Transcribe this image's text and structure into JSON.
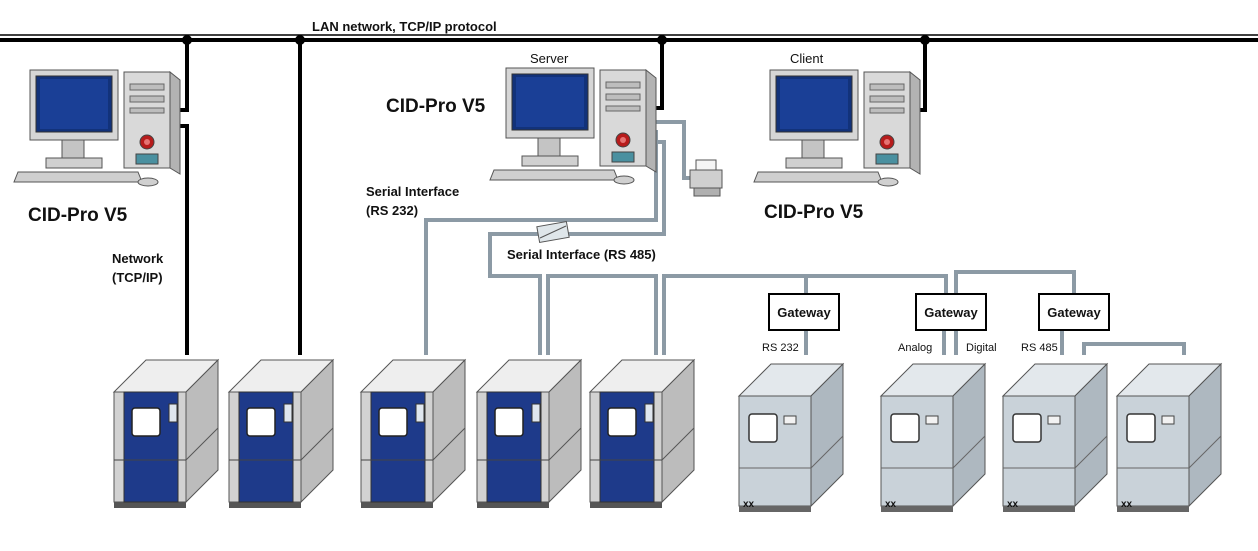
{
  "network": {
    "lan_label": "LAN network, TCP/IP protocol"
  },
  "workstations": [
    {
      "role": "",
      "software": "CID-Pro V5"
    },
    {
      "role": "Server",
      "software": "CID-Pro V5"
    },
    {
      "role": "Client",
      "software": "CID-Pro V5"
    }
  ],
  "links": {
    "network_tcpip": "Network (TCP/IP)",
    "serial_rs232": "Serial Interface (RS 232)",
    "serial_rs485": "Serial Interface (RS 485)"
  },
  "gateways": [
    {
      "label": "Gateway",
      "ports": [
        "RS 232"
      ]
    },
    {
      "label": "Gateway",
      "ports": [
        "Analog",
        "Digital"
      ]
    },
    {
      "label": "Gateway",
      "ports": [
        "RS 485"
      ]
    }
  ],
  "chambers_blue_count": 5,
  "chambers_grey": [
    {
      "label": "xx"
    },
    {
      "label": "xx"
    },
    {
      "label": "xx"
    },
    {
      "label": "xx"
    }
  ],
  "colors": {
    "network_line": "#000000",
    "serial_line": "#8c9aa5",
    "chamber_blue": "#1e3a8a",
    "chamber_grey": "#c9d2d9"
  }
}
